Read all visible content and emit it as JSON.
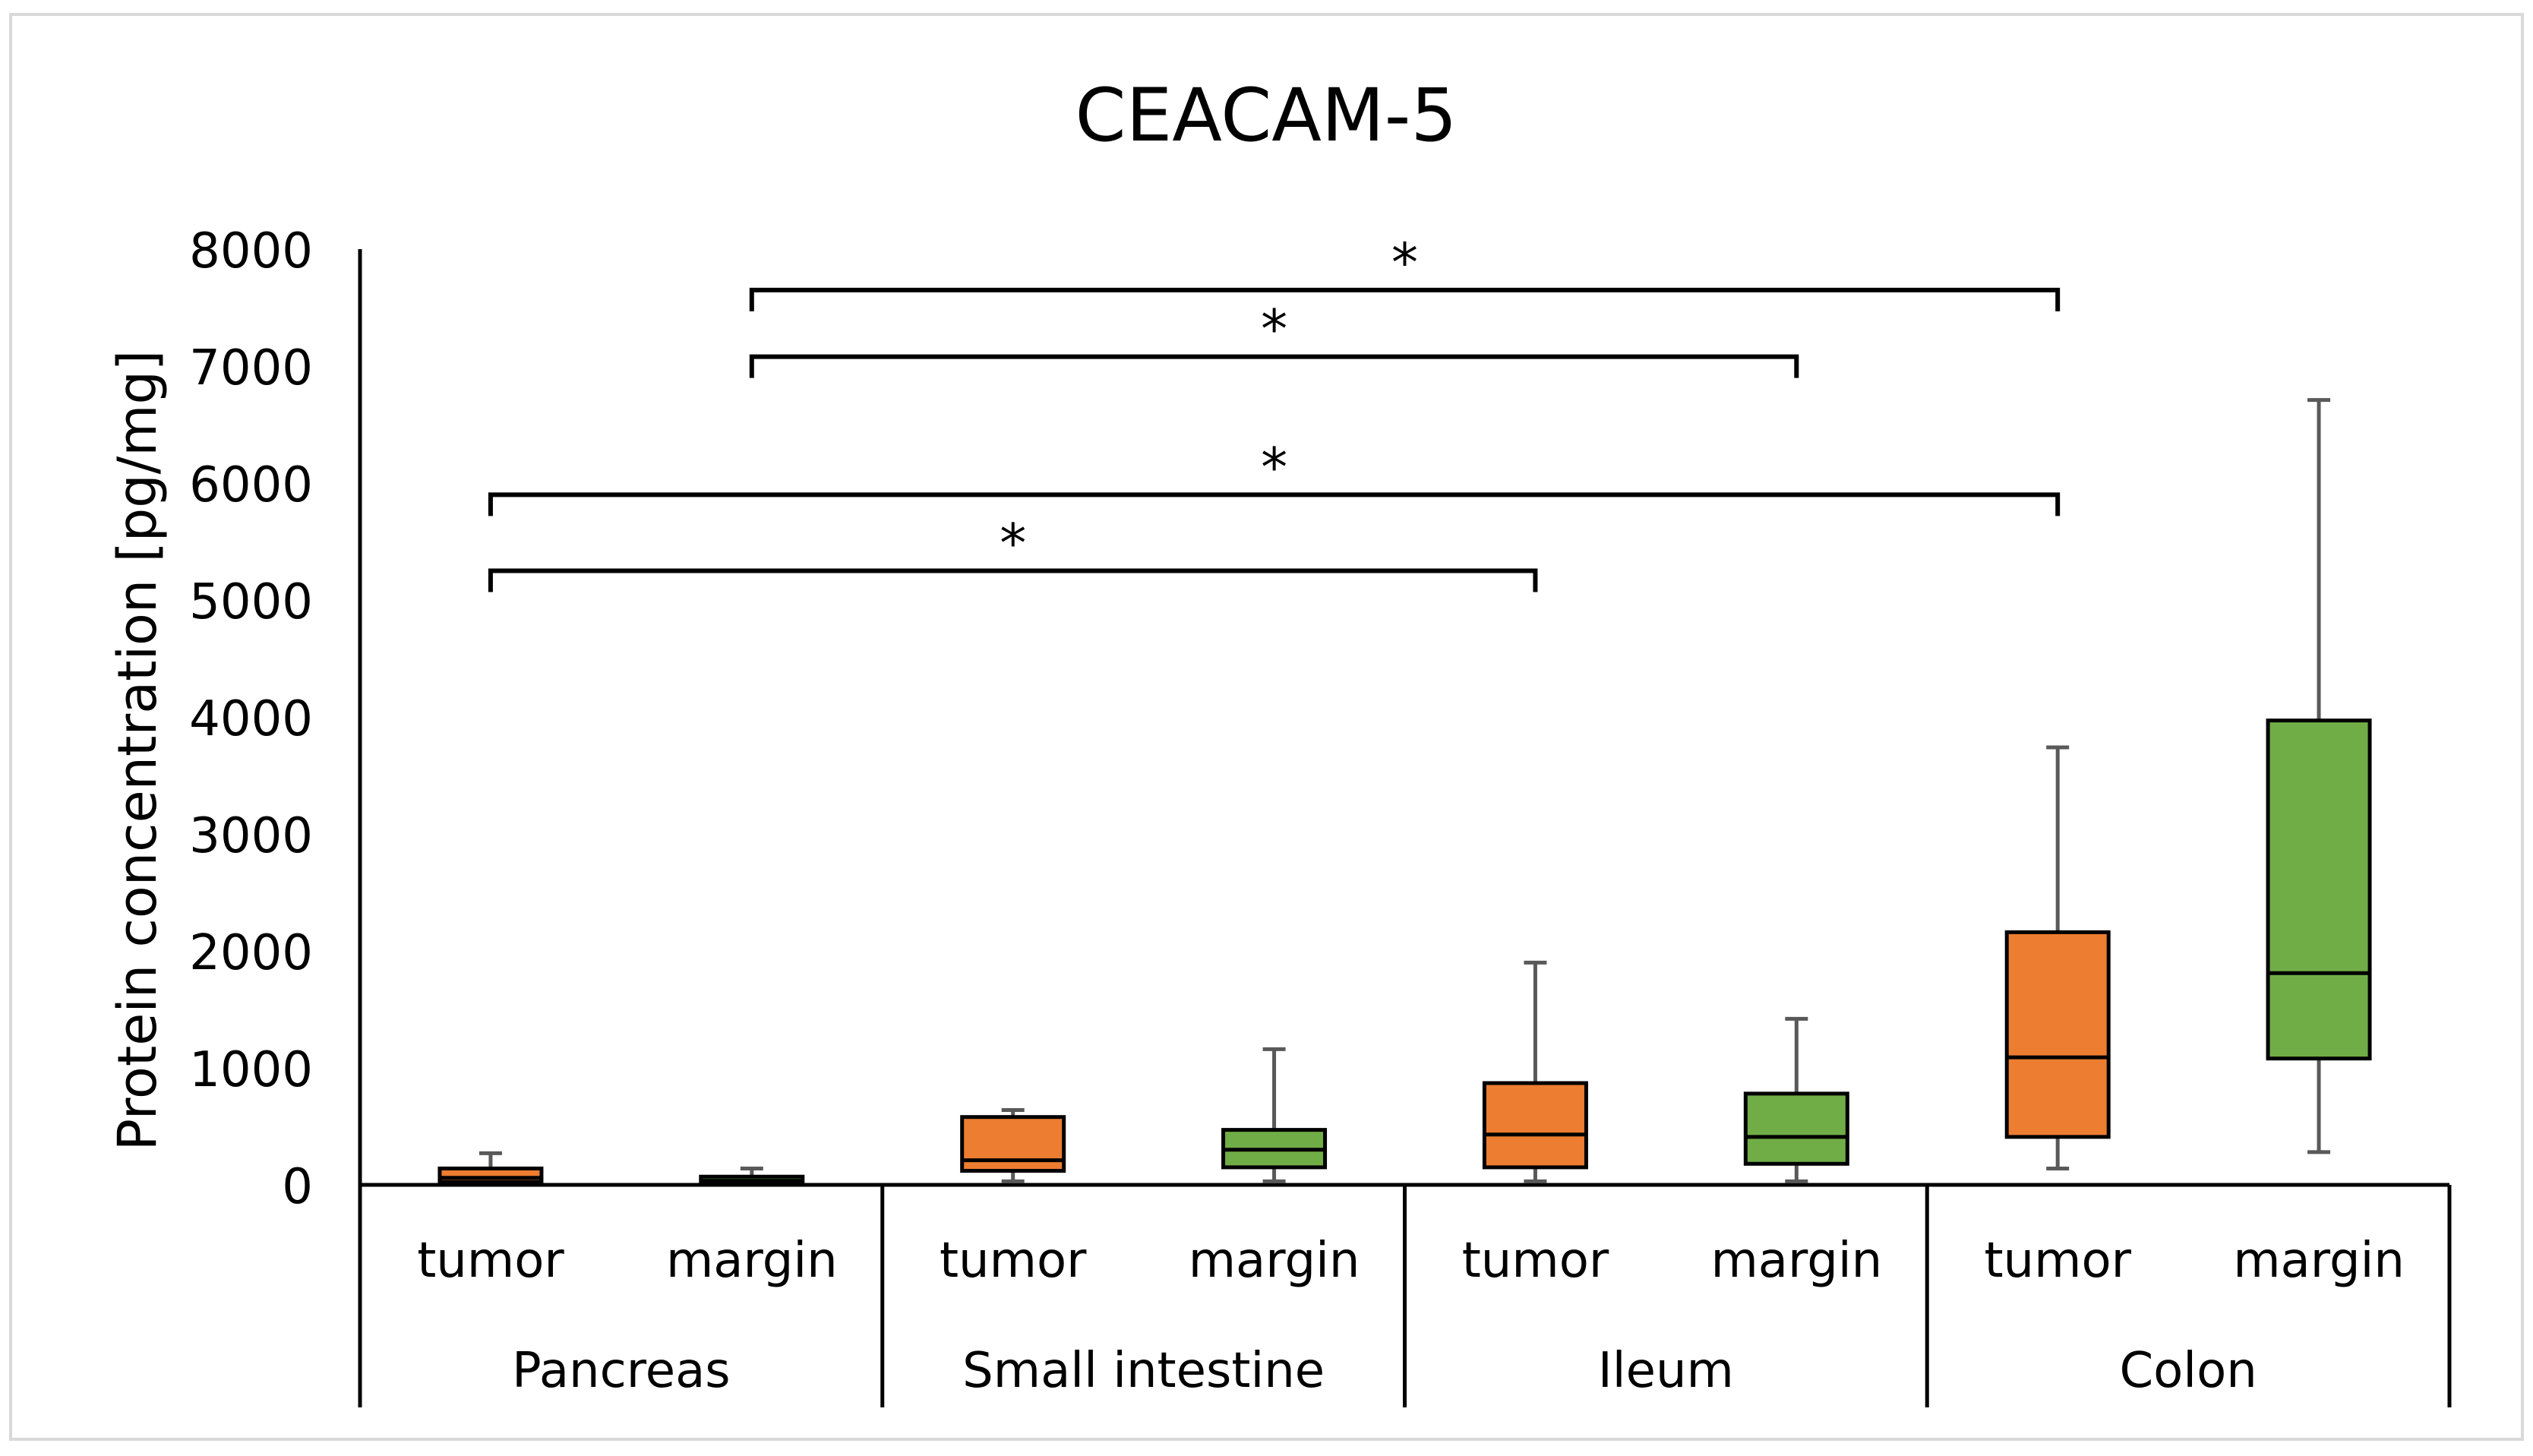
{
  "chart_data": {
    "type": "box",
    "title": "CEACAM-5",
    "ylabel": "Protein concentration [pg/mg]",
    "xlabel": "",
    "ylim": [
      0,
      8000
    ],
    "yticks": [
      0,
      1000,
      2000,
      3000,
      4000,
      5000,
      6000,
      7000,
      8000
    ],
    "grid": false,
    "legend": "none",
    "colors": {
      "tumor": "#ED7D31",
      "margin": "#70AD47",
      "whisker": "#595959",
      "box_edge": "#000000"
    },
    "groups": [
      {
        "name": "Pancreas",
        "categories": [
          "tumor",
          "margin"
        ]
      },
      {
        "name": "Small intestine",
        "categories": [
          "tumor",
          "margin"
        ]
      },
      {
        "name": "Ileum",
        "categories": [
          "tumor",
          "margin"
        ]
      },
      {
        "name": "Colon",
        "categories": [
          "tumor",
          "margin"
        ]
      }
    ],
    "boxes": [
      {
        "group": "Pancreas",
        "category": "tumor",
        "min": 30,
        "q1": 25,
        "median": 60,
        "q3": 140,
        "max": 270
      },
      {
        "group": "Pancreas",
        "category": "margin",
        "min": 20,
        "q1": 15,
        "median": 35,
        "q3": 70,
        "max": 140
      },
      {
        "group": "Small intestine",
        "category": "tumor",
        "min": 30,
        "q1": 120,
        "median": 210,
        "q3": 580,
        "max": 640
      },
      {
        "group": "Small intestine",
        "category": "margin",
        "min": 30,
        "q1": 150,
        "median": 300,
        "q3": 470,
        "max": 1160
      },
      {
        "group": "Ileum",
        "category": "tumor",
        "min": 30,
        "q1": 150,
        "median": 430,
        "q3": 870,
        "max": 1900
      },
      {
        "group": "Ileum",
        "category": "margin",
        "min": 30,
        "q1": 180,
        "median": 410,
        "q3": 780,
        "max": 1420
      },
      {
        "group": "Colon",
        "category": "tumor",
        "min": 140,
        "q1": 410,
        "median": 1090,
        "q3": 2160,
        "max": 3740
      },
      {
        "group": "Colon",
        "category": "margin",
        "min": 280,
        "q1": 1080,
        "median": 1810,
        "q3": 3970,
        "max": 6710
      }
    ],
    "significance": [
      {
        "from": 1,
        "to": 6,
        "level": 7650,
        "label": "*"
      },
      {
        "from": 1,
        "to": 5,
        "level": 7080,
        "label": "*"
      },
      {
        "from": 0,
        "to": 6,
        "level": 5900,
        "label": "*"
      },
      {
        "from": 0,
        "to": 4,
        "level": 5250,
        "label": "*"
      }
    ]
  }
}
